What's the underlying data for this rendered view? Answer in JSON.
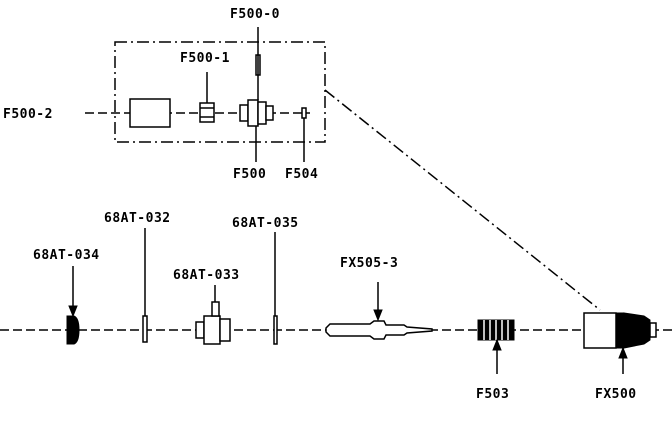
{
  "labels": {
    "f500_0": "F500-0",
    "f500_1": "F500-1",
    "f500_2": "F500-2",
    "f500": "F500",
    "f504": "F504",
    "p68at_032": "68AT-032",
    "p68at_035": "68AT-035",
    "p68at_034": "68AT-034",
    "p68at_033": "68AT-033",
    "fx505_3": "FX505-3",
    "f503": "F503",
    "fx500": "FX500"
  }
}
